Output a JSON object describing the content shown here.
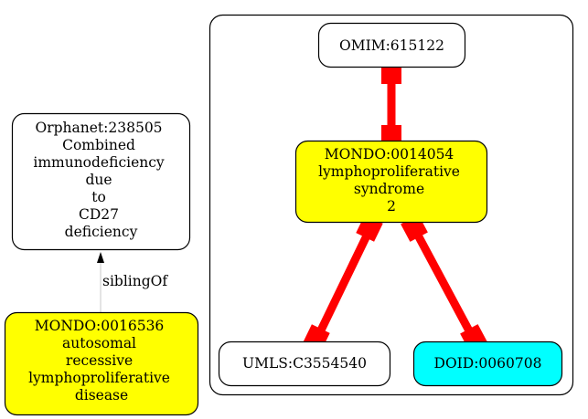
{
  "nodes": {
    "orphanet": {
      "lines": [
        "Orphanet:238505",
        "Combined",
        "immunodeficiency",
        "due",
        "to",
        "CD27",
        "deficiency"
      ],
      "fill": "#ffffff"
    },
    "mondo_16536": {
      "lines": [
        "MONDO:0016536",
        "autosomal",
        "recessive",
        "lymphoproliferative",
        "disease"
      ],
      "fill": "#ffff00"
    },
    "omim": {
      "lines": [
        "OMIM:615122"
      ],
      "fill": "#ffffff"
    },
    "mondo_14054": {
      "lines": [
        "MONDO:0014054",
        "lymphoproliferative",
        "syndrome",
        "2"
      ],
      "fill": "#ffff00"
    },
    "umls": {
      "lines": [
        "UMLS:C3554540"
      ],
      "fill": "#ffffff"
    },
    "doid": {
      "lines": [
        "DOID:0060708"
      ],
      "fill": "#00ffff"
    }
  },
  "edges": {
    "sibling": {
      "label": "siblingOf",
      "color": "#c0c0c0"
    },
    "equivalent_color": "#ff0000"
  }
}
